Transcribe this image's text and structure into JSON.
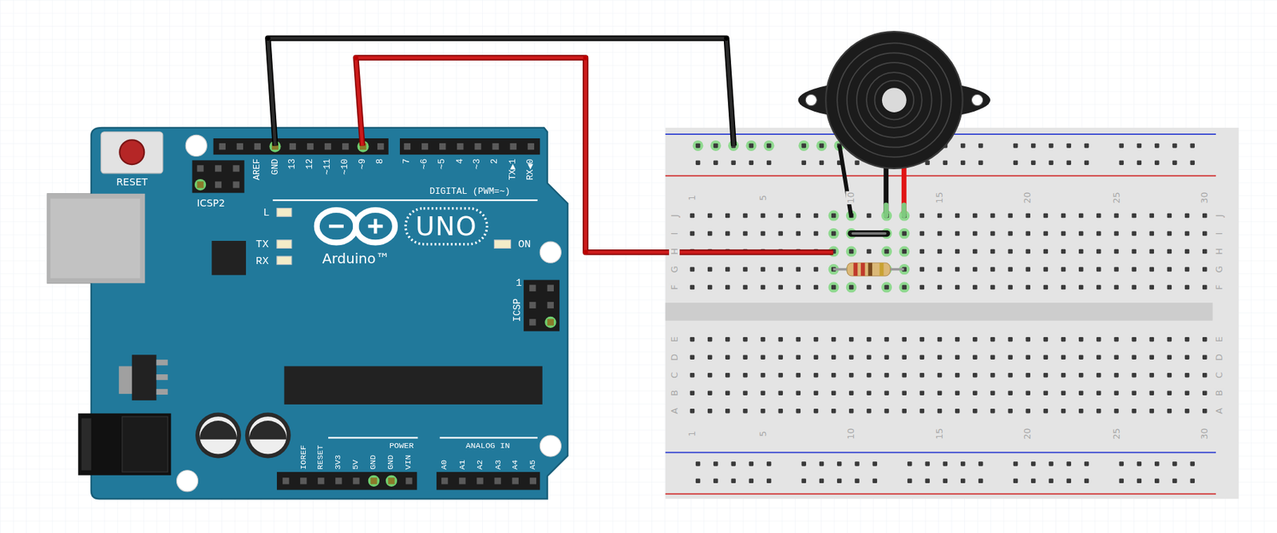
{
  "diagram": {
    "labels": [
      "RESET",
      "ICSP2",
      "AREF",
      "GND",
      "13",
      "12",
      "~11",
      "~10",
      "~9",
      "8",
      "7",
      "~6",
      "~5",
      "4",
      "~3",
      "2",
      "TX▶1",
      "RX◀0",
      "DIGITAL (PWM=~)",
      "L",
      "TX",
      "RX",
      "UNO",
      "Arduino™",
      "ON",
      "1",
      "ICSP",
      "IOREF",
      "RESET",
      "3V3",
      "5V",
      "GND",
      "GND",
      "VIN",
      "POWER",
      "ANALOG IN",
      "A0",
      "A1",
      "A2",
      "A3",
      "A4",
      "A5",
      "1",
      "5",
      "10",
      "15",
      "20",
      "25",
      "30",
      "J",
      "I",
      "H",
      "G",
      "F",
      "J",
      "I",
      "H",
      "G",
      "F",
      "E",
      "D",
      "C",
      "B",
      "A",
      "E",
      "D",
      "C",
      "B",
      "A",
      "1",
      "5",
      "10",
      "15",
      "20",
      "25",
      "30"
    ]
  }
}
